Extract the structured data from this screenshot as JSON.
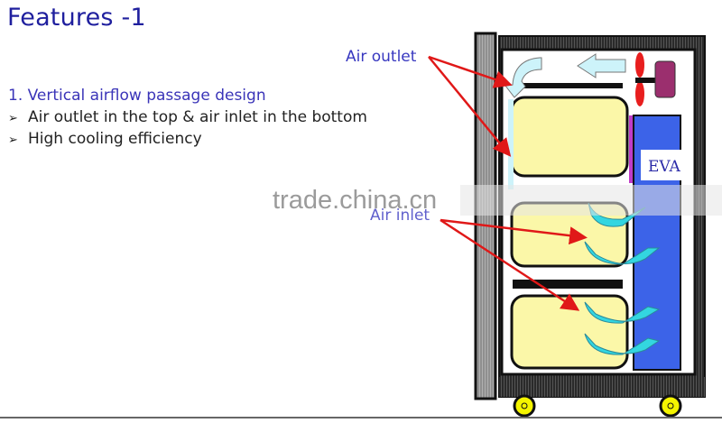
{
  "slide": {
    "title": "Features -1",
    "heading": "1. Vertical airflow passage design",
    "bullets": [
      {
        "marker": "➢",
        "text": "Air outlet in the top & air inlet in the bottom"
      },
      {
        "marker": "➢",
        "text": "High cooling efficiency"
      }
    ]
  },
  "diagram": {
    "labels": {
      "air_outlet": "Air outlet",
      "air_inlet": "Air inlet",
      "eva": "EVA"
    },
    "colors": {
      "cabinet_frame": "#333333",
      "battery_fill": "#fbf7a8",
      "evaporator": "#3c63e8",
      "airflow": "#33d6e0",
      "outlet_flow": "#cdf3fa",
      "fan": "#e81e1e",
      "motor": "#9b2f6e",
      "wheel": "#f5f500",
      "arrow": "#e01818"
    }
  },
  "watermark": "trade.china.cn"
}
